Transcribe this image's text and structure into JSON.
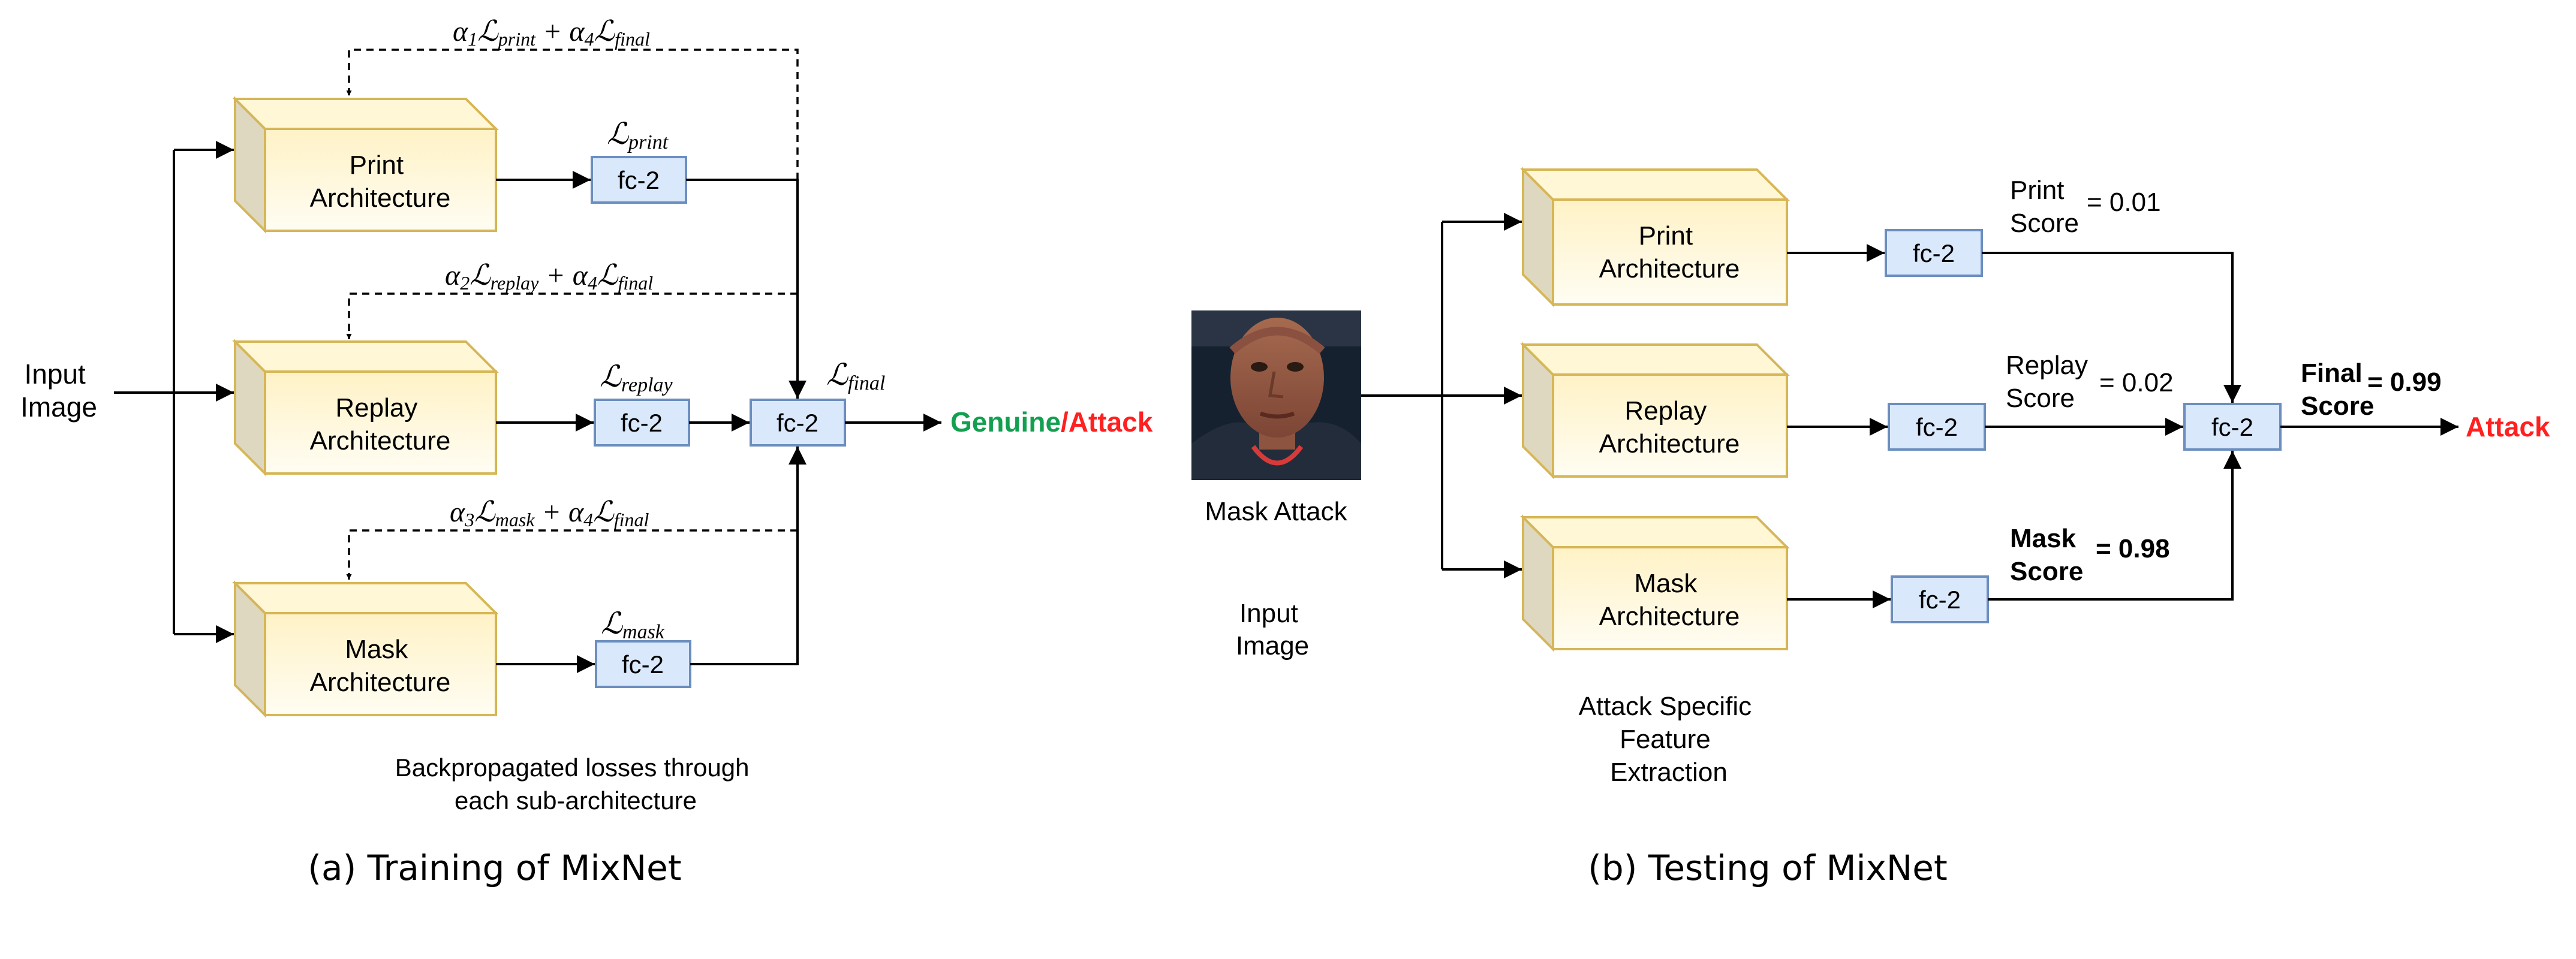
{
  "training": {
    "blocks": {
      "print": [
        "Print",
        "Architecture"
      ],
      "replay": [
        "Replay",
        "Architecture"
      ],
      "mask": [
        "Mask",
        "Architecture"
      ]
    },
    "fc_label": "fc-2",
    "input": [
      "Input",
      "Image"
    ],
    "loss_labels": {
      "print": {
        "sym": "ℒ",
        "sub": "print"
      },
      "replay": {
        "sym": "ℒ",
        "sub": "replay"
      },
      "mask": {
        "sym": "ℒ",
        "sub": "mask"
      },
      "final": {
        "sym": "ℒ",
        "sub": "final"
      }
    },
    "backprop": {
      "print": {
        "a": "α",
        "ai": "1",
        "sub": "print",
        "plus": " + ",
        "b": "α",
        "bi": "4",
        "bsub": "final"
      },
      "replay": {
        "a": "α",
        "ai": "2",
        "sub": "replay",
        "plus": " + ",
        "b": "α",
        "bi": "4",
        "bsub": "final"
      },
      "mask": {
        "a": "α",
        "ai": "3",
        "sub": "mask",
        "plus": " + ",
        "b": "α",
        "bi": "4",
        "bsub": "final"
      }
    },
    "output": {
      "genuine": "Genuine",
      "slash": "/",
      "attack": "Attack"
    },
    "note": [
      "Backpropagated losses through",
      "each sub-architecture"
    ],
    "caption": "(a) Training of MixNet"
  },
  "testing": {
    "blocks": {
      "print": [
        "Print",
        "Architecture"
      ],
      "replay": [
        "Replay",
        "Architecture"
      ],
      "mask": [
        "Mask",
        "Architecture"
      ]
    },
    "fc_label": "fc-2",
    "image_label": "Mask Attack",
    "input": [
      "Input",
      "Image"
    ],
    "feature_note": [
      "Attack Specific",
      "Feature",
      "Extraction"
    ],
    "scores": {
      "print": {
        "name": [
          "Print",
          "Score"
        ],
        "value": "= 0.01"
      },
      "replay": {
        "name": [
          "Replay",
          "Score"
        ],
        "value": "= 0.02"
      },
      "mask": {
        "name": [
          "Mask",
          "Score"
        ],
        "value": "= 0.98"
      },
      "final": {
        "name": [
          "Final",
          "Score"
        ],
        "value": "= 0.99"
      }
    },
    "output": "Attack",
    "caption": "(b) Testing of MixNet"
  },
  "colors": {
    "genuine": "#12a050",
    "attack": "#ff2020",
    "block_border": "#d6b656",
    "fc_fill": "#dae8fc",
    "fc_border": "#6c8ebf"
  }
}
